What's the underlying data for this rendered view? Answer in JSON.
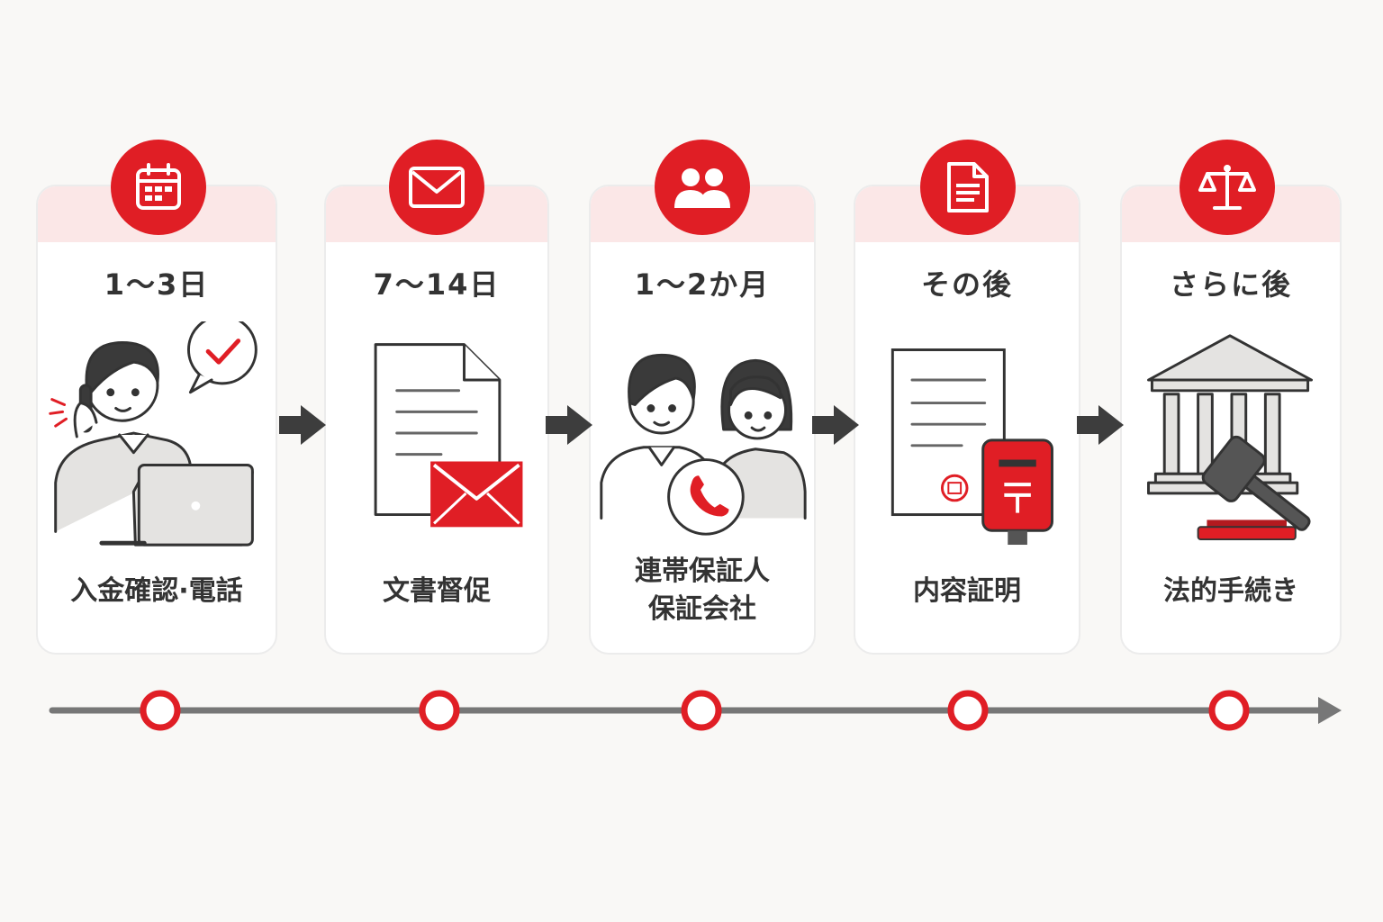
{
  "steps": [
    {
      "period": "1〜3日",
      "label": "入金確認·電話"
    },
    {
      "period": "7〜14日",
      "label": "文書督促"
    },
    {
      "period": "1〜2か月",
      "label_line1": "連帯保証人",
      "label_line2": "保証会社"
    },
    {
      "period": "その後",
      "label": "内容証明"
    },
    {
      "period": "さらに後",
      "label": "法的手続き"
    }
  ],
  "icons": [
    "calendar-icon",
    "envelope-icon",
    "people-icon",
    "document-icon",
    "scales-icon"
  ],
  "colors": {
    "accent": "#e01e25",
    "band": "#fbe7e7",
    "line": "#777777",
    "text": "#333333"
  }
}
